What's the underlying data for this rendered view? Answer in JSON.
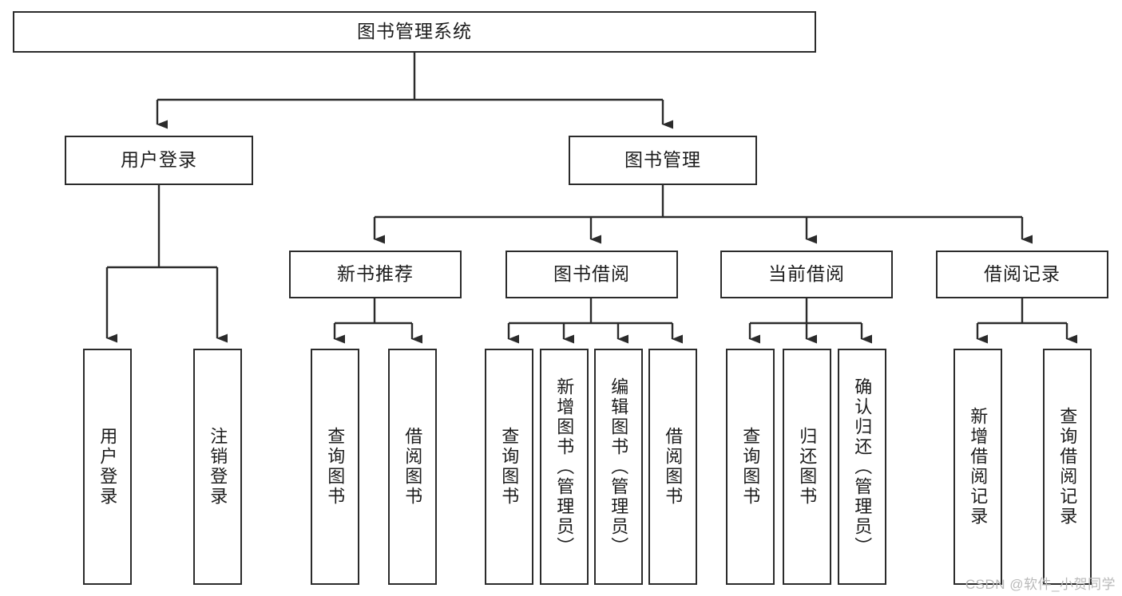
{
  "diagram": {
    "title": "图书管理系统",
    "type": "tree-hierarchy",
    "watermark": "CSDN @软件_小贺同学",
    "colors": {
      "stroke": "#2b2b2b",
      "fill": "#ffffff",
      "text": "#1c1c1c",
      "watermark": "#b9b9b9"
    }
  },
  "nodes": {
    "root": {
      "label": "图书管理系统"
    },
    "level2": [
      {
        "id": "user-login",
        "label": "用户登录"
      },
      {
        "id": "book-manage",
        "label": "图书管理"
      }
    ],
    "level3": [
      {
        "id": "new-book-recommend",
        "label": "新书推荐"
      },
      {
        "id": "book-borrow",
        "label": "图书借阅"
      },
      {
        "id": "current-borrow",
        "label": "当前借阅"
      },
      {
        "id": "borrow-record",
        "label": "借阅记录"
      }
    ],
    "leaves": {
      "user_login": [
        {
          "id": "leaf-user-login",
          "label": "用户登录"
        },
        {
          "id": "leaf-logout-login",
          "label": "注销登录"
        }
      ],
      "new_book_recommend": [
        {
          "id": "leaf-query-book-1",
          "label": "查询图书"
        },
        {
          "id": "leaf-borrow-book-1",
          "label": "借阅图书"
        }
      ],
      "book_borrow": [
        {
          "id": "leaf-query-book-2",
          "label": "查询图书"
        },
        {
          "id": "leaf-add-book",
          "label": "新增图书（管理员）"
        },
        {
          "id": "leaf-edit-book",
          "label": "编辑图书（管理员）"
        },
        {
          "id": "leaf-borrow-book-2",
          "label": "借阅图书"
        }
      ],
      "current_borrow": [
        {
          "id": "leaf-query-book-3",
          "label": "查询图书"
        },
        {
          "id": "leaf-return-book",
          "label": "归还图书"
        },
        {
          "id": "leaf-confirm-return",
          "label": "确认归还（管理员）"
        }
      ],
      "borrow_record": [
        {
          "id": "leaf-add-record",
          "label": "新增借阅记录"
        },
        {
          "id": "leaf-query-record",
          "label": "查询借阅记录"
        }
      ]
    }
  }
}
